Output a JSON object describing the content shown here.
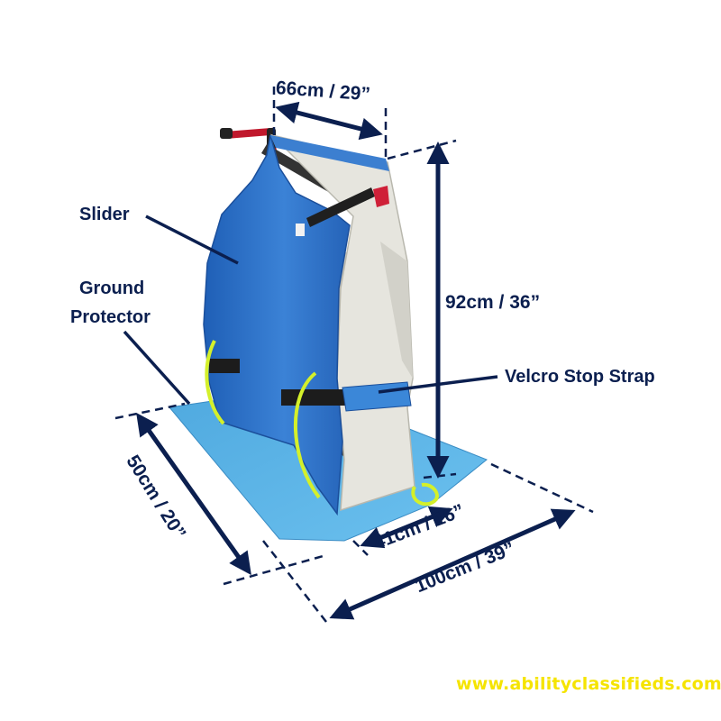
{
  "labels": {
    "slider": "Slider",
    "ground_protector_line1": "Ground",
    "ground_protector_line2": "Protector",
    "velcro_stop_strap": "Velcro Stop Strap"
  },
  "dimensions": {
    "top_width": "66cm / 29”",
    "height": "92cm / 36”",
    "depth": "50cm / 20”",
    "base_width": "41cm / 16”",
    "mat_length": "100cm / 39”"
  },
  "website": "www.abilityclassifieds.com",
  "colors": {
    "text": "#0b1f4f",
    "arrow": "#0b1f4f",
    "slider_blue": "#2a6fc8",
    "mat_blue": "#5cb6e8",
    "lining": "#e6e5de",
    "frame_red": "#c0182c",
    "strap_green": "#d4f02a",
    "website_yellow": "#f5e400"
  }
}
